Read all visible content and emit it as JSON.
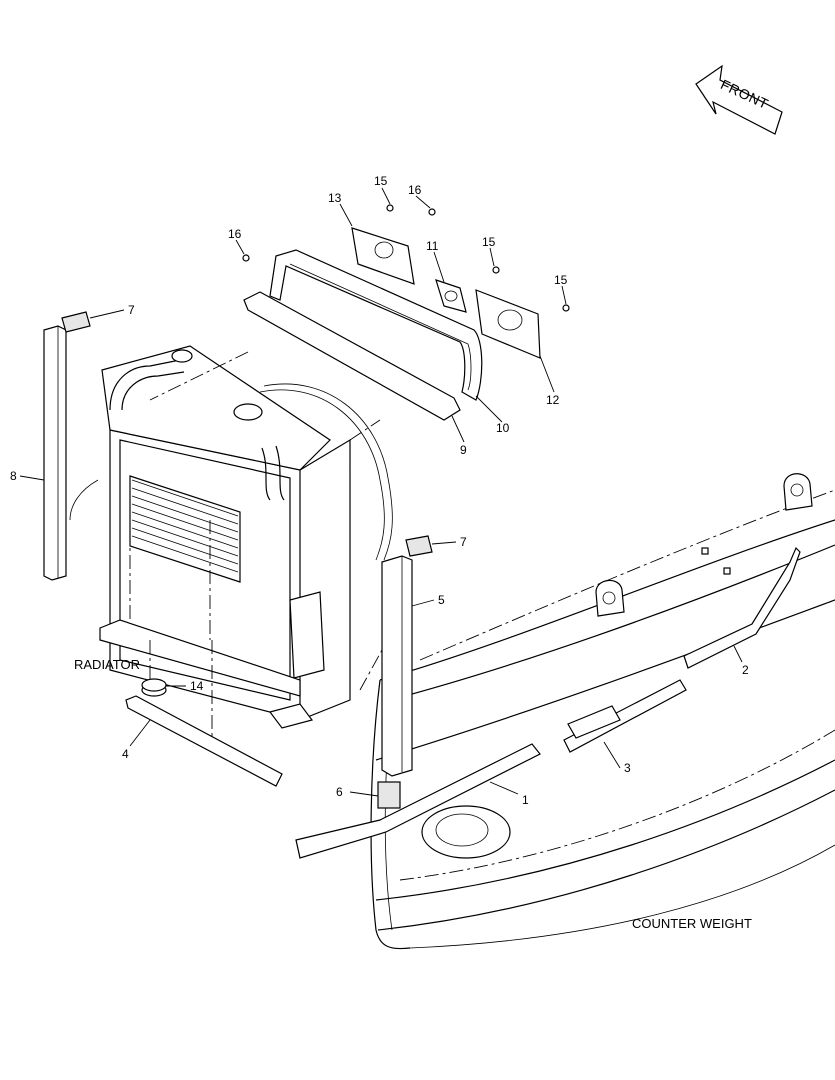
{
  "front_arrow": {
    "label": "FRONT"
  },
  "labels": {
    "radiator": "RADIATOR",
    "counter_weight": "COUNTER WEIGHT"
  },
  "callouts": {
    "c1": "1",
    "c2": "2",
    "c3": "3",
    "c4": "4",
    "c5": "5",
    "c6": "6",
    "c7a": "7",
    "c7b": "7",
    "c8": "8",
    "c9": "9",
    "c10": "10",
    "c11": "11",
    "c12": "12",
    "c13": "13",
    "c14": "14",
    "c15a": "15",
    "c15b": "15",
    "c15c": "15",
    "c16a": "16",
    "c16b": "16"
  }
}
